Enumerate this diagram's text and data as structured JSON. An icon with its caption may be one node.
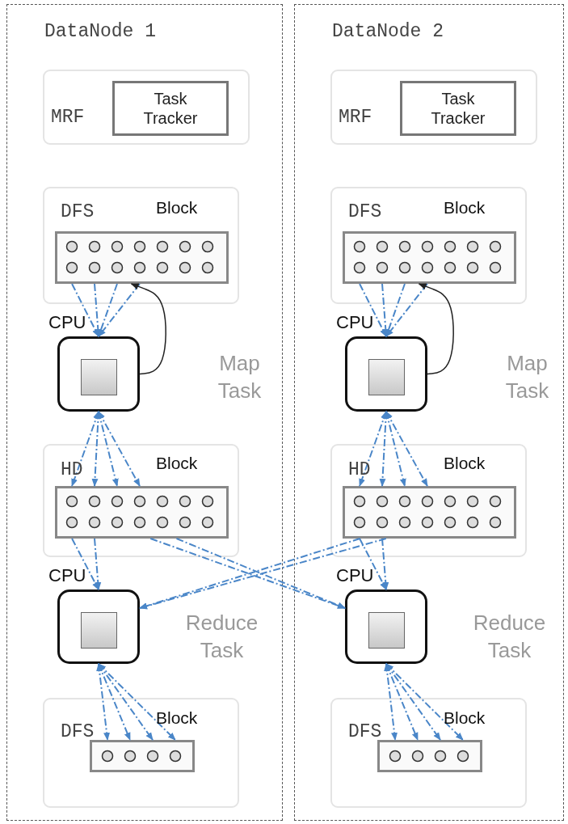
{
  "diagram": {
    "nodes": [
      {
        "text": [
          "DataNode 1"
        ]
      },
      {
        "text": [
          "MRF"
        ],
        "in": 0
      },
      {
        "text": [
          "Task Tracker"
        ],
        "in": 1
      },
      {
        "text": [
          "DFS",
          "Block"
        ],
        "in": 0
      },
      {
        "text": [],
        "shape": "box",
        "in": 3
      },
      {
        "text": [
          "CPU"
        ],
        "beside": [
          "Map Task"
        ],
        "in": 0
      },
      {
        "text": [
          "HD",
          "Block"
        ],
        "in": 0
      },
      {
        "text": [],
        "shape": "box",
        "in": 6
      },
      {
        "text": [
          "CPU"
        ],
        "beside": [
          "Reduce Task"
        ],
        "in": 0
      },
      {
        "text": [
          "DFS",
          "Block"
        ],
        "in": 0
      },
      {
        "text": [],
        "shape": "box",
        "in": 9
      },
      {
        "text": [
          "DataNode 2"
        ]
      },
      {
        "text": [
          "MRF"
        ],
        "in": 11
      },
      {
        "text": [
          "Task Tracker"
        ],
        "in": 12
      },
      {
        "text": [
          "DFS",
          "Block"
        ],
        "in": 11
      },
      {
        "text": [],
        "shape": "box",
        "in": 14
      },
      {
        "text": [
          "CPU"
        ],
        "beside": [
          "Map Task"
        ],
        "in": 11
      },
      {
        "text": [
          "HD",
          "Block"
        ],
        "in": 11
      },
      {
        "text": [],
        "shape": "box",
        "in": 17
      },
      {
        "text": [
          "CPU"
        ],
        "beside": [
          "Reduce Task"
        ],
        "in": 11
      },
      {
        "text": [
          "DFS",
          "Block"
        ],
        "in": 11
      },
      {
        "text": [],
        "shape": "box",
        "in": 20
      }
    ],
    "edges": [
      {
        "from": 4,
        "to": 5,
        "arrow": "to",
        "style": "dashed"
      },
      {
        "from": 5,
        "to": 7,
        "arrow": "both",
        "style": "dashed"
      },
      {
        "from": 7,
        "to": 8,
        "arrow": "to",
        "style": "dashed"
      },
      {
        "from": 8,
        "to": 10,
        "arrow": "both",
        "style": "dashed"
      },
      {
        "from": 5,
        "to": 4,
        "arrow": "to",
        "color": "#222222"
      },
      {
        "from": 15,
        "to": 16,
        "arrow": "to",
        "style": "dashed"
      },
      {
        "from": 16,
        "to": 18,
        "arrow": "both",
        "style": "dashed"
      },
      {
        "from": 18,
        "to": 19,
        "arrow": "to",
        "style": "dashed"
      },
      {
        "from": 19,
        "to": 21,
        "arrow": "both",
        "style": "dashed"
      },
      {
        "from": 16,
        "to": 15,
        "arrow": "to",
        "color": "#222222"
      },
      {
        "from": 7,
        "to": 19,
        "arrow": "to",
        "style": "dashed"
      },
      {
        "from": 18,
        "to": 8,
        "arrow": "to",
        "style": "dashed"
      }
    ]
  }
}
